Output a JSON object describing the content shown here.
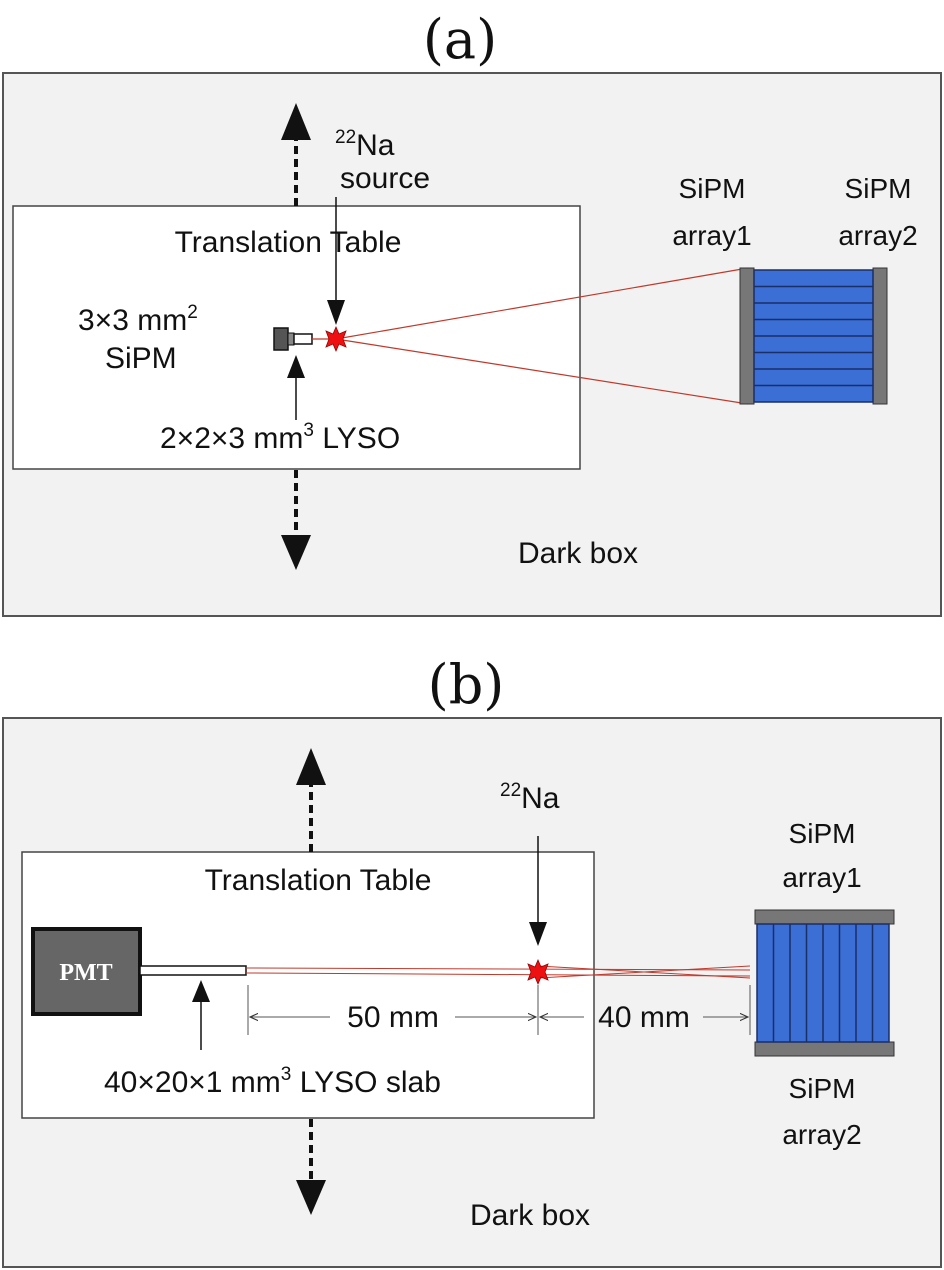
{
  "panel_a": {
    "label": "(a)",
    "source_mass": "22",
    "source_elem": "Na",
    "source_word": "source",
    "translation_table": "Translation Table",
    "sipm_small_line1": "3×3 mm",
    "sipm_small_sup": "2",
    "sipm_small_line2": "SiPM",
    "lyso_prefix": "2×2×3 mm",
    "lyso_sup": "3",
    "lyso_suffix": " LYSO",
    "array1_line1": "SiPM",
    "array1_line2": "array1",
    "array2_line1": "SiPM",
    "array2_line2": "array2",
    "dark_box": "Dark box"
  },
  "panel_b": {
    "label": "(b)",
    "source_mass": "22",
    "source_elem": "Na",
    "translation_table": "Translation Table",
    "pmt": "PMT",
    "dim_50": "50 mm",
    "dim_40": "40 mm",
    "slab_prefix": "40×20×1 mm",
    "slab_sup": "3",
    "slab_suffix": " LYSO slab",
    "array1_line1": "SiPM",
    "array1_line2": "array1",
    "array2_line1": "SiPM",
    "array2_line2": "array2",
    "dark_box": "Dark box"
  },
  "colors": {
    "frame_bg": "#f2f2f2",
    "array_blue": "#3b6fd6",
    "array_grey": "#777777",
    "ray_red": "#c0392b",
    "star_red": "#ee1111"
  }
}
